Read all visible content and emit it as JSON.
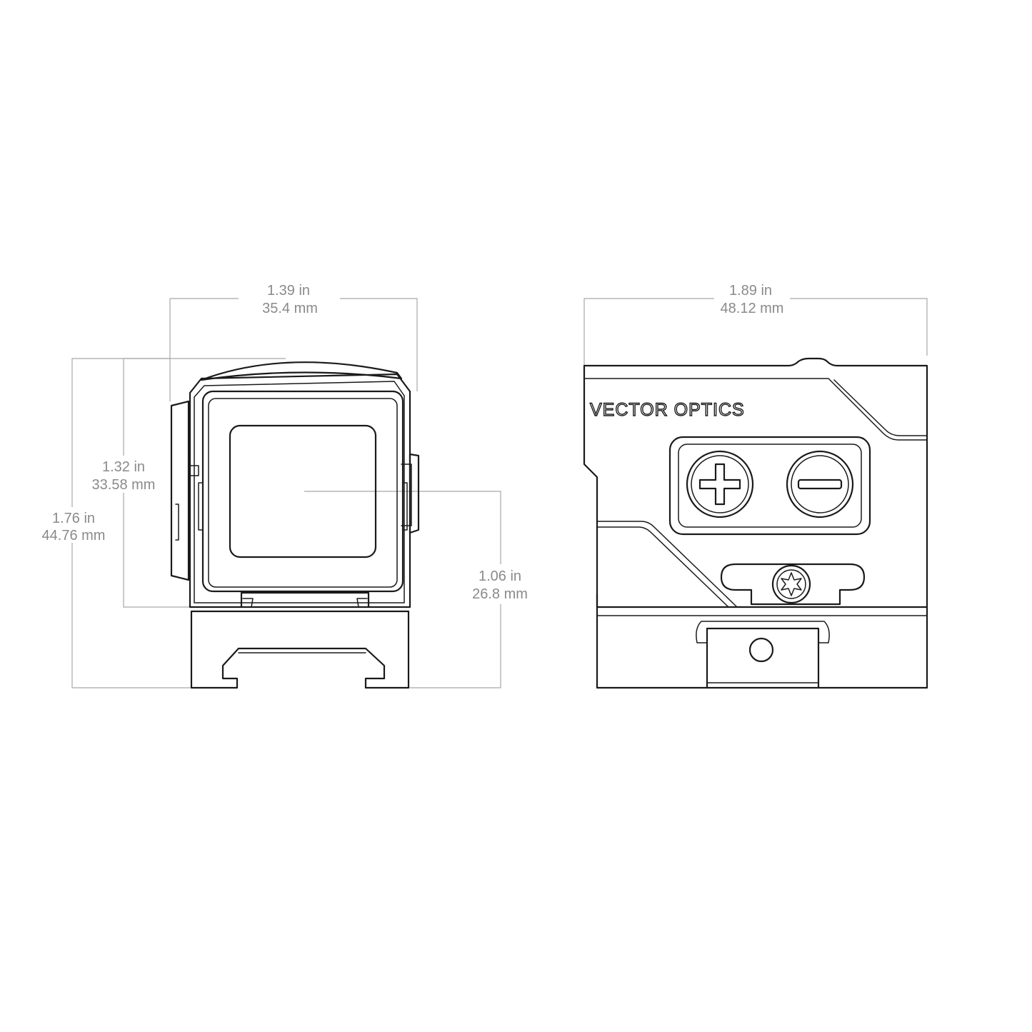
{
  "front_view": {
    "width_dimension": {
      "imperial": "1.39 in",
      "metric": "35.4 mm"
    },
    "body_height_dimension": {
      "imperial": "1.32 in",
      "metric": "33.58 mm"
    },
    "total_height_dimension": {
      "imperial": "1.76 in",
      "metric": "44.76 mm"
    },
    "optical_axis_height_dimension": {
      "imperial": "1.06 in",
      "metric": "26.8 mm"
    }
  },
  "side_view": {
    "length_dimension": {
      "imperial": "1.89 in",
      "metric": "48.12 mm"
    },
    "brand_logo_text": "VECTOR OPTICS",
    "buttons": [
      {
        "name": "plus",
        "icon": "plus-icon"
      },
      {
        "name": "minus",
        "icon": "minus-icon"
      }
    ]
  }
}
